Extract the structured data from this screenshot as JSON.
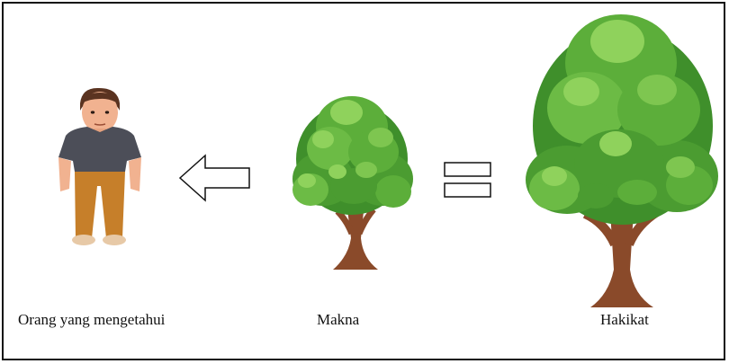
{
  "diagram": {
    "labels": {
      "person": "Orang yang mengetahui",
      "makna": "Makna",
      "hakikat": "Hakikat"
    },
    "icons": {
      "person": "person-icon",
      "arrow": "left-arrow-icon",
      "equals": "equals-icon",
      "small_tree": "tree-icon",
      "large_tree": "tree-icon"
    },
    "colors": {
      "frame": "#111111",
      "shirt": "#4c4e58",
      "pants": "#c67f2a",
      "skin": "#f1b290",
      "hair": "#5a3320",
      "foliage_dark": "#3f8f2b",
      "foliage_mid": "#5cae3a",
      "foliage_light": "#8fd25c",
      "trunk": "#8a4a2a"
    }
  }
}
